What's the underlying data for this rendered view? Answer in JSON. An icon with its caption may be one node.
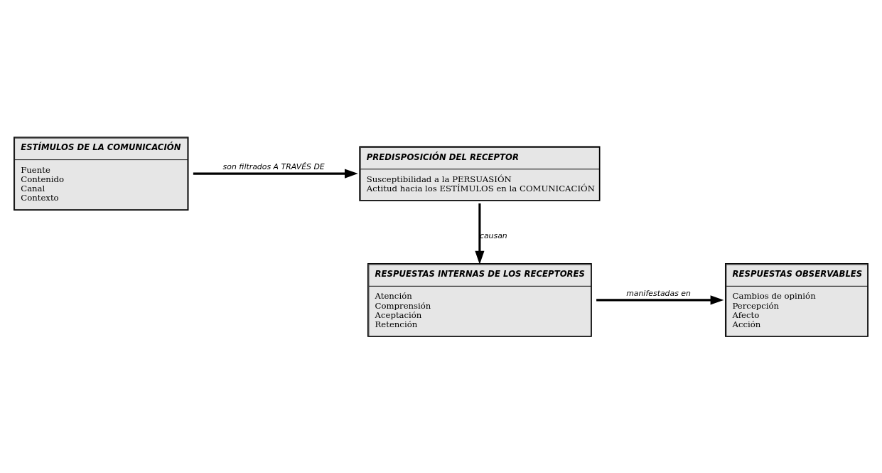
{
  "diagram": {
    "nodes": [
      {
        "text": [
          "ESTÍMULOS DE LA COMUNICACIÓN",
          "Fuente",
          "Contenido",
          "Canal",
          "Contexto"
        ]
      },
      {
        "text": [
          "PREDISPOSICIÓN DEL RECEPTOR",
          "Susceptibilidad a la PERSUASIÓN",
          "Actitud hacia los ESTÍMULOS en la COMUNICACIÓN"
        ]
      },
      {
        "text": [
          "RESPUESTAS INTERNAS DE LOS RECEPTORES",
          "Atención",
          "Comprensión",
          "Aceptación",
          "Retención"
        ]
      },
      {
        "text": [
          "RESPUESTAS OBSERVABLES",
          "Cambios de opinión",
          "Percepción",
          "Afecto",
          "Acción"
        ]
      }
    ],
    "edges": [
      {
        "from": 0,
        "to": 1,
        "arrow": "to",
        "label": "son filtrados A TRAVÉS DE"
      },
      {
        "from": 1,
        "to": 2,
        "arrow": "to",
        "label": "causan"
      },
      {
        "from": 2,
        "to": 3,
        "arrow": "to",
        "label": "manifestadas en"
      }
    ]
  }
}
